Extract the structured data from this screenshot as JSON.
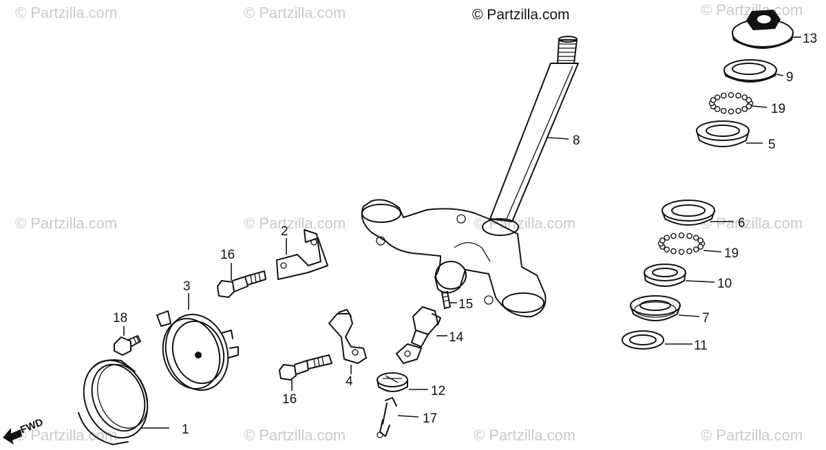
{
  "copyright": "© Partzilla.com",
  "watermark": "© Partzilla.com",
  "direction_label": "FWD",
  "callouts": {
    "c1": "1",
    "c2": "2",
    "c3": "3",
    "c4": "4",
    "c5": "5",
    "c6": "6",
    "c7": "7",
    "c8": "8",
    "c9": "9",
    "c10": "10",
    "c11": "11",
    "c12": "12",
    "c13": "13",
    "c14": "14",
    "c15": "15",
    "c16a": "16",
    "c16b": "16",
    "c17": "17",
    "c18": "18",
    "c19a": "19",
    "c19b": "19"
  }
}
